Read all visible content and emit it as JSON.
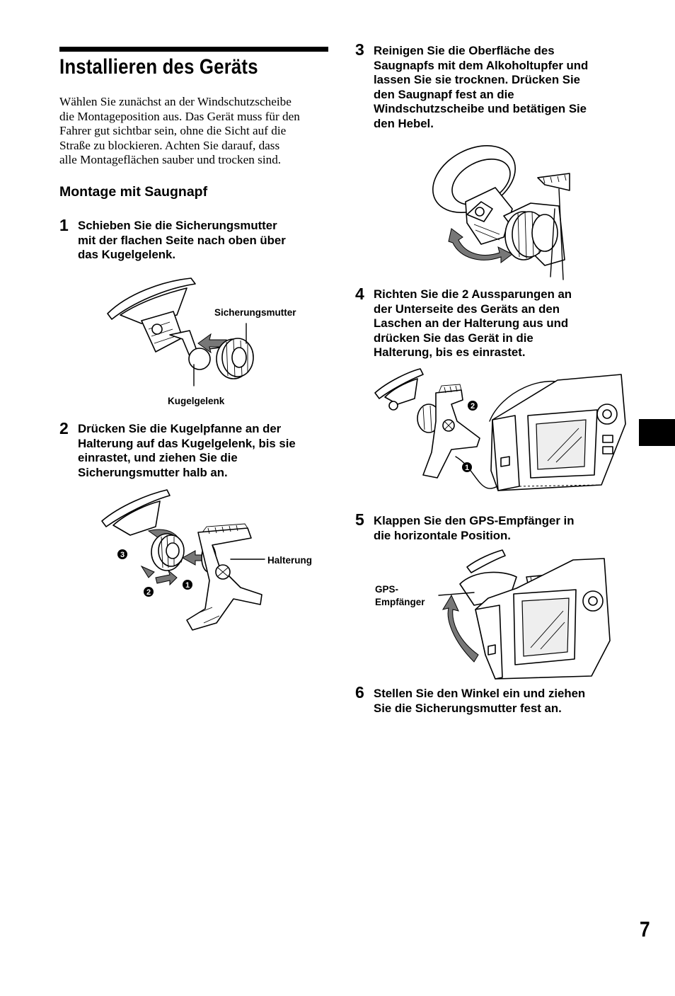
{
  "title": "Installieren des Geräts",
  "intro": [
    "Wählen Sie zunächst an der Windschutzscheibe",
    "die Montageposition aus. Das Gerät muss für den",
    "Fahrer gut sichtbar sein, ohne die Sicht auf die",
    "Straße zu blockieren. Achten Sie darauf, dass",
    "alle Montageflächen sauber und trocken sind."
  ],
  "subheading": "Montage mit Saugnapf",
  "steps": [
    {
      "num": "1",
      "lines": [
        "Schieben Sie die Sicherungsmutter",
        "mit der flachen Seite nach oben über",
        "das Kugelgelenk."
      ]
    },
    {
      "num": "2",
      "lines": [
        "Drücken Sie die Kugelpfanne an der",
        "Halterung auf das Kugelgelenk, bis sie",
        "einrastet, und ziehen Sie die",
        "Sicherungsmutter halb an."
      ]
    },
    {
      "num": "3",
      "lines": [
        "Reinigen Sie die Oberfläche des",
        "Saugnapfs mit dem Alkoholtupfer und",
        "lassen Sie sie trocknen. Drücken Sie",
        "den Saugnapf fest an die",
        "Windschutzscheibe und betätigen Sie",
        "den Hebel."
      ]
    },
    {
      "num": "4",
      "lines": [
        "Richten Sie die 2 Aussparungen an",
        "der Unterseite des Geräts an den",
        "Laschen an der Halterung aus und",
        "drücken Sie das Gerät in die",
        "Halterung, bis es einrastet."
      ]
    },
    {
      "num": "5",
      "lines": [
        "Klappen Sie den GPS-Empfänger in",
        "die horizontale Position."
      ]
    },
    {
      "num": "6",
      "lines": [
        "Stellen Sie den Winkel ein und ziehen",
        "Sie die Sicherungsmutter fest an."
      ]
    }
  ],
  "labels": {
    "sicherungsmutter": "Sicherungsmutter",
    "kugelgelenk": "Kugelgelenk",
    "halterung": "Halterung",
    "gps_line1": "GPS-",
    "gps_line2": "Empfänger"
  },
  "callouts": {
    "one": "1",
    "two": "2",
    "three": "3"
  },
  "page_number": "7"
}
